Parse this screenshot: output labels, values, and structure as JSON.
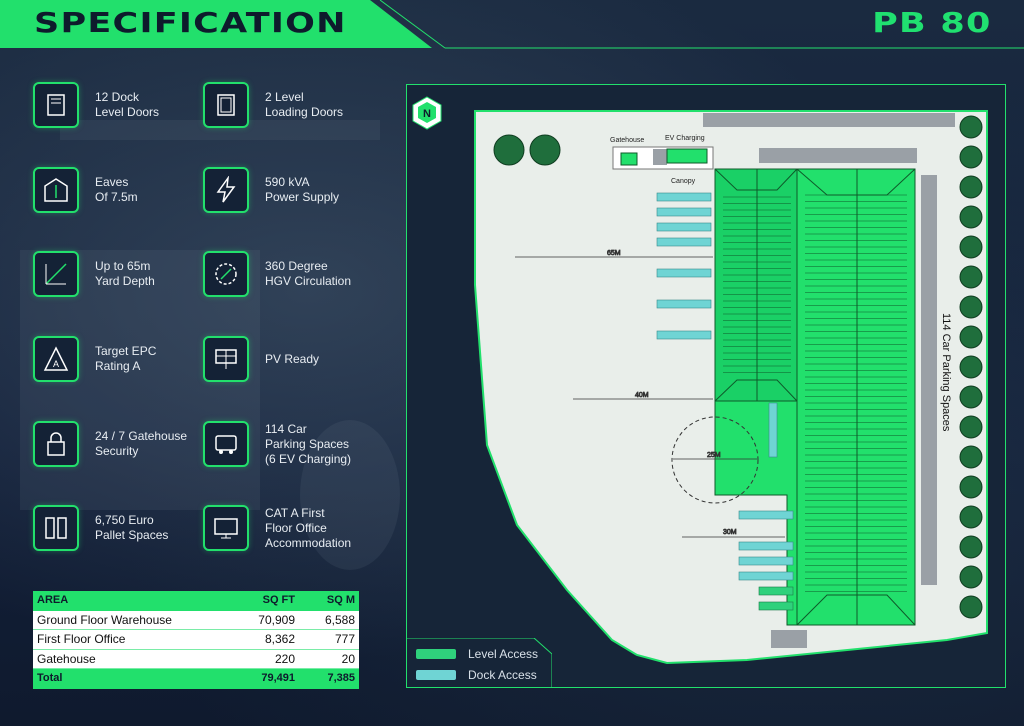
{
  "header": {
    "title": "SPECIFICATION",
    "code": "PB 80"
  },
  "specs": [
    {
      "icon": "dock-door-icon",
      "label": "12 Dock\nLevel Doors"
    },
    {
      "icon": "loading-door-icon",
      "label": "2 Level\nLoading Doors"
    },
    {
      "icon": "eaves-height-icon",
      "label": "Eaves\nOf 7.5m"
    },
    {
      "icon": "lightning-icon",
      "label": "590 kVA\nPower Supply"
    },
    {
      "icon": "yard-depth-icon",
      "label": "Up to 65m\nYard Depth"
    },
    {
      "icon": "circulation-icon",
      "label": "360 Degree\nHGV Circulation"
    },
    {
      "icon": "epc-rating-icon",
      "label": "Target EPC\nRating A"
    },
    {
      "icon": "solar-panel-icon",
      "label": "PV Ready"
    },
    {
      "icon": "padlock-icon",
      "label": "24 / 7 Gatehouse\nSecurity"
    },
    {
      "icon": "car-icon",
      "label": "114 Car\nParking Spaces\n(6 EV Charging)"
    },
    {
      "icon": "pallet-icon",
      "label": "6,750 Euro\nPallet Spaces"
    },
    {
      "icon": "monitor-icon",
      "label": "CAT A First\nFloor Office\nAccommodation"
    }
  ],
  "area_table": {
    "headers": [
      "AREA",
      "SQ FT",
      "SQ M"
    ],
    "rows": [
      [
        "Ground Floor Warehouse",
        "70,909",
        "6,588"
      ],
      [
        "First Floor Office",
        "8,362",
        "777"
      ],
      [
        "Gatehouse",
        "220",
        "20"
      ]
    ],
    "total": [
      "Total",
      "79,491",
      "7,385"
    ]
  },
  "site_plan": {
    "labels": {
      "gatehouse": "Gatehouse",
      "ev_charging": "EV Charging",
      "canopy": "Canopy",
      "parking": "114 Car Parking Spaces",
      "dim_65": "65M",
      "dim_40": "40M",
      "dim_25": "25M",
      "dim_30": "30M"
    }
  },
  "legend": {
    "level_access": "Level Access",
    "dock_access": "Dock Access",
    "level_color": "#2fd17c",
    "dock_color": "#6fd4d4"
  },
  "colors": {
    "accent": "#22e06c",
    "background": "#142033"
  }
}
